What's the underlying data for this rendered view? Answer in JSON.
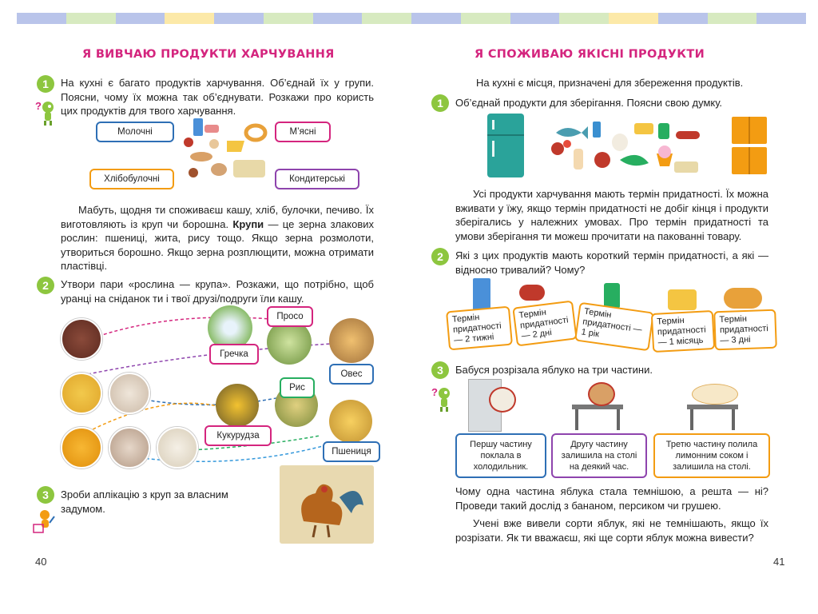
{
  "top_bar_colors": [
    "#b9c4ea",
    "#d7eac0",
    "#b9c4ea",
    "#fce9a8",
    "#b9c4ea",
    "#d7eac0",
    "#b9c4ea",
    "#d7eac0",
    "#b9c4ea",
    "#d7eac0",
    "#b9c4ea",
    "#d7eac0",
    "#fce9a8",
    "#b9c4ea",
    "#d7eac0",
    "#b9c4ea"
  ],
  "left_page": {
    "title": "Я ВИВЧАЮ ПРОДУКТИ ХАРЧУВАННЯ",
    "task1": {
      "number": "1",
      "text": "На кухні є багато продуктів харчування. Об’єднай їх у групи. Поясни, чому їх можна так об’єднувати. Розкажи про користь цих продуктів для твого харчування."
    },
    "groups": [
      "Молочні",
      "М’ясні",
      "Хлібобулочні",
      "Кондитерські"
    ],
    "paragraph_parts": {
      "before": "Мабуть, щодня ти споживаєш кашу, хліб, булочки, печиво. Їх виготовляють із круп чи борошна. ",
      "bold": "Крупи",
      "after": " — це зерна злакових рослин: пшениці, жита, рису тощо. Якщо зерна розмолоти, утвориться борошно. Якщо зерна розплющити, можна отримати пластівці."
    },
    "task2": {
      "number": "2",
      "text": "Утвори пари «рослина — крупа». Розкажи, що потрібно, щоб уранці на сніданок ти і твої друзі/подруги їли кашу."
    },
    "plants": [
      "Просо",
      "Гречка",
      "Овес",
      "Рис",
      "Кукурудза",
      "Пшениця"
    ],
    "task3": {
      "number": "3",
      "text": "Зроби аплікацію з круп за власним задумом."
    },
    "page_number": "40"
  },
  "right_page": {
    "title": "Я СПОЖИВАЮ ЯКІСНІ ПРОДУКТИ",
    "intro": "На кухні є місця, призначені для збереження продуктів.",
    "task1": {
      "number": "1",
      "text": "Об’єднай продукти для зберігання. Поясни свою думку."
    },
    "paragraph": "Усі продукти харчування мають термін придатності. Їх можна вживати у їжу, якщо термін придатності не добіг кінця і продукти зберігались у належних умовах. Про термін придатності та умови зберігання ти можеш прочитати на пакованні товару.",
    "task2": {
      "number": "2",
      "text": "Які з цих продуктів мають короткий термін придатності, а які — відносно тривалий? Чому?"
    },
    "shelf_life_cards": [
      "Термін придатності — 2 тижні",
      "Термін придатності — 2 дні",
      "Термін придатності — 1 рік",
      "Термін придатності — 1 місяць",
      "Термін придатності — 3 дні"
    ],
    "task3": {
      "number": "3",
      "text": "Бабуся розрізала яблуко на три частини."
    },
    "apple_cards": [
      "Першу частину поклала в холодильник.",
      "Другу частину залишила на столі на деякий час.",
      "Третю частину полила лимонним соком і залишила на столі."
    ],
    "question": "Чому одна частина яблука стала темнішою, а решта — ні? Проведи такий дослід з бананом, персиком чи грушею.",
    "closing": "Учені вже вивели сорти яблук, які не темнішають, якщо їх розрізати. Як ти вважаєш, які ще сорти яблук можна вивести?",
    "page_number": "41"
  }
}
